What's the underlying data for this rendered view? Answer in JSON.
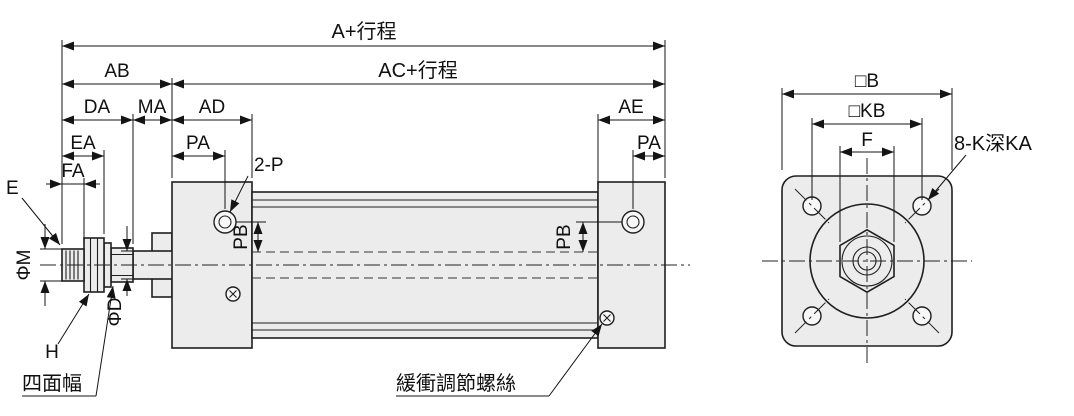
{
  "drawing": {
    "side_view": {
      "dims": {
        "a_stroke": "A+行程",
        "ab": "AB",
        "ac_stroke": "AC+行程",
        "da": "DA",
        "ma": "MA",
        "ad": "AD",
        "ae": "AE",
        "ea": "EA",
        "fa": "FA",
        "pa_left": "PA",
        "pa_right": "PA",
        "e": "E",
        "phi_m": "ΦM",
        "phi_d": "ΦD",
        "h": "H",
        "pb_left": "PB",
        "pb_right": "PB"
      },
      "callouts": {
        "port": "2-P",
        "wrench_flat": "四面幅",
        "cushion_screw": "緩衝調節螺絲"
      }
    },
    "end_view": {
      "dims": {
        "b": "□B",
        "kb": "□KB",
        "f": "F"
      },
      "callouts": {
        "bolt_holes": "8-K深KA"
      }
    },
    "colors": {
      "line": "#1f1f1f",
      "part_fill": "#ececec",
      "background": "#ffffff"
    }
  }
}
